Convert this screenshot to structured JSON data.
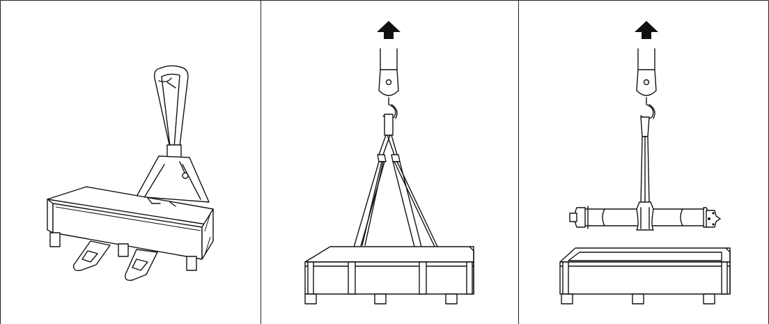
{
  "figure": {
    "panels": [
      {
        "id": "pallet-truck",
        "subject": "pallet-jack-with-crate"
      },
      {
        "id": "crane-lift-crate",
        "subject": "crate-lifted-with-slings",
        "indicator": "up-arrow-icon"
      },
      {
        "id": "crane-lift-pump",
        "subject": "pump-lifted-from-open-crate",
        "indicator": "up-arrow-icon"
      }
    ],
    "colors": {
      "line": "#111111",
      "background": "#ffffff"
    }
  }
}
